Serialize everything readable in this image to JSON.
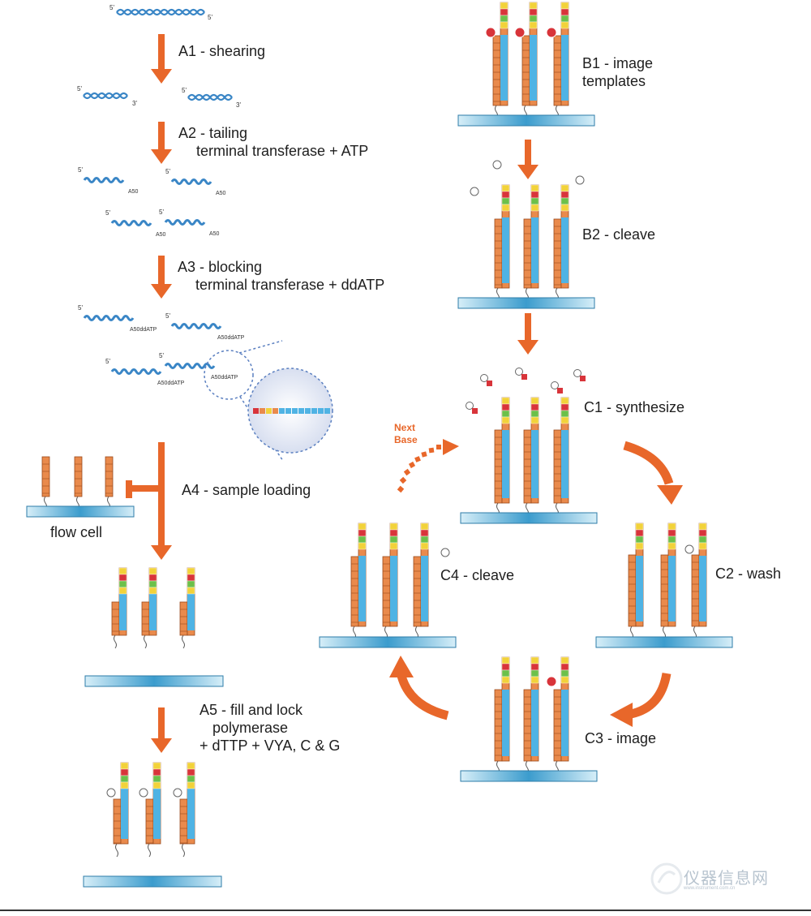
{
  "steps": {
    "a1": "A1 - shearing",
    "a2": "A2 - tailing",
    "a2_sub": "terminal transferase + ATP",
    "a3": "A3 - blocking",
    "a3_sub": "terminal transferase + ddATP",
    "a4": "A4 - sample loading",
    "flow_cell": "flow cell",
    "a5": "A5 - fill and lock",
    "a5_sub1": "polymerase",
    "a5_sub2": "+ dTTP + VYA, C & G",
    "b1": "B1 - image",
    "b1_sub": "templates",
    "b2": "B2 - cleave",
    "c1": "C1 - synthesize",
    "c2": "C2 - wash",
    "c3": "C3 - image",
    "c4": "C4 - cleave",
    "next_base_1": "Next",
    "next_base_2": "Base"
  },
  "dna_labels": {
    "five_prime": "5'",
    "three_prime": "3'",
    "a50": "A50",
    "a50ddatp": "A50ddATP"
  },
  "watermark": {
    "text": "仪器信息网",
    "sub": "www.instrument.com.cn"
  },
  "colors": {
    "arrow": "#e8672a",
    "strand": "#e98a4c",
    "strand_dark": "#9a4a1c",
    "template": "#4fb3e4",
    "base_yellow": "#f2d23a",
    "base_red": "#d8343a",
    "base_green": "#6cc04a",
    "base_grey": "#d0d0d0",
    "flowcell_light": "#d6eef8",
    "flowcell_dark": "#3b9ccd",
    "helix": "#3a86c6"
  }
}
